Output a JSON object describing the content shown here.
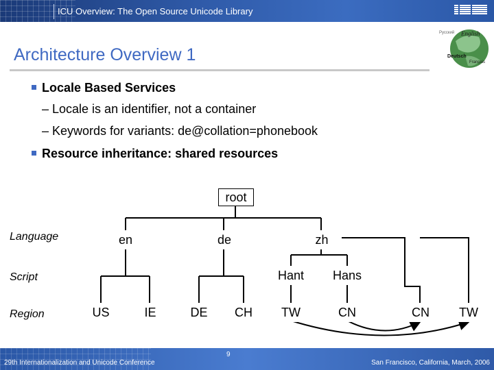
{
  "header": {
    "title": "ICU Overview: The Open Source Unicode Library",
    "logo": "IBM"
  },
  "slide": {
    "title": "Architecture Overview 1"
  },
  "globe": {
    "words": [
      "English",
      "Deutsch",
      "Français",
      "Русский"
    ]
  },
  "bullets": {
    "b1": "Locale Based Services",
    "b1_sub1": "– Locale is an identifier, not a container",
    "b1_sub2": "– Keywords for variants: de@collation=phonebook",
    "b2": "Resource inheritance: shared resources"
  },
  "diagram": {
    "root": "root",
    "labels": {
      "language": "Language",
      "script": "Script",
      "region": "Region"
    },
    "language": [
      "en",
      "de",
      "zh"
    ],
    "script": [
      "Hant",
      "Hans"
    ],
    "region_en": [
      "US",
      "IE"
    ],
    "region_de": [
      "DE",
      "CH"
    ],
    "region_zh": [
      "TW",
      "CN"
    ],
    "region_extra": [
      "CN",
      "TW"
    ]
  },
  "footer": {
    "left": "29th Internationalization and Unicode Conference",
    "page": "9",
    "right": "San Francisco, California, March, 2006"
  }
}
